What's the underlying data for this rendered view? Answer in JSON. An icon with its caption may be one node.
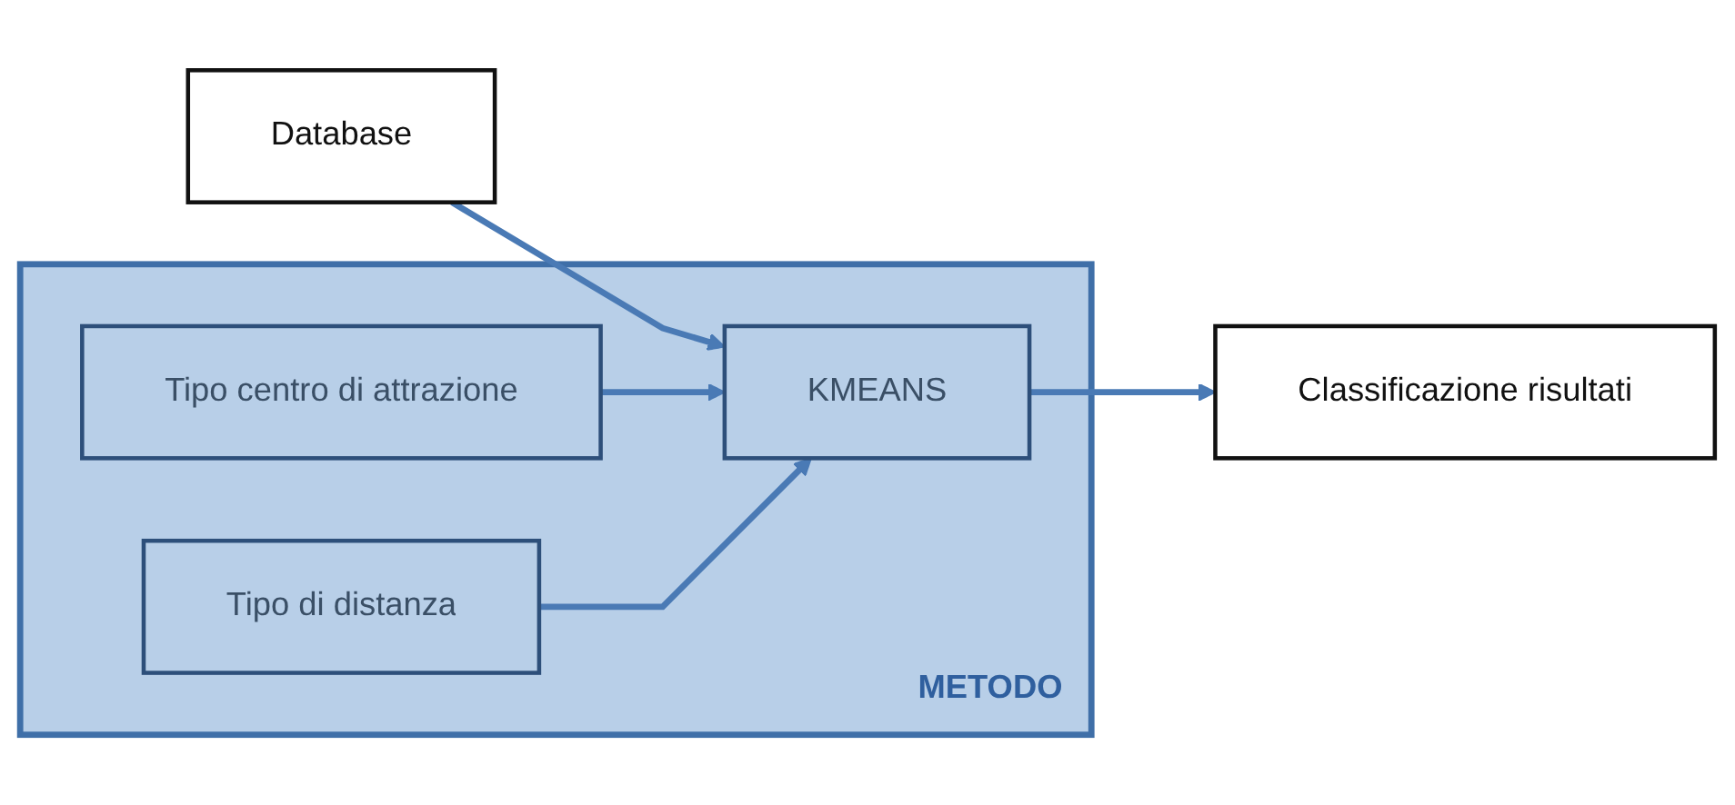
{
  "diagram": {
    "nodes": [
      {
        "text": [
          "Database"
        ]
      },
      {
        "text": [
          "METODO"
        ]
      },
      {
        "text": [
          "Tipo centro di attrazione"
        ],
        "in": 1
      },
      {
        "text": [
          "KMEANS"
        ],
        "in": 1
      },
      {
        "text": [
          "Tipo di distanza"
        ],
        "in": 1
      },
      {
        "text": [
          "Classificazione risultati"
        ]
      }
    ],
    "edges": [
      {
        "from": 0,
        "to": 3,
        "arrow": "to"
      },
      {
        "from": 2,
        "to": 3,
        "arrow": "to"
      },
      {
        "from": 4,
        "to": 3,
        "arrow": "to"
      },
      {
        "from": 3,
        "to": 5,
        "arrow": "to"
      }
    ]
  }
}
